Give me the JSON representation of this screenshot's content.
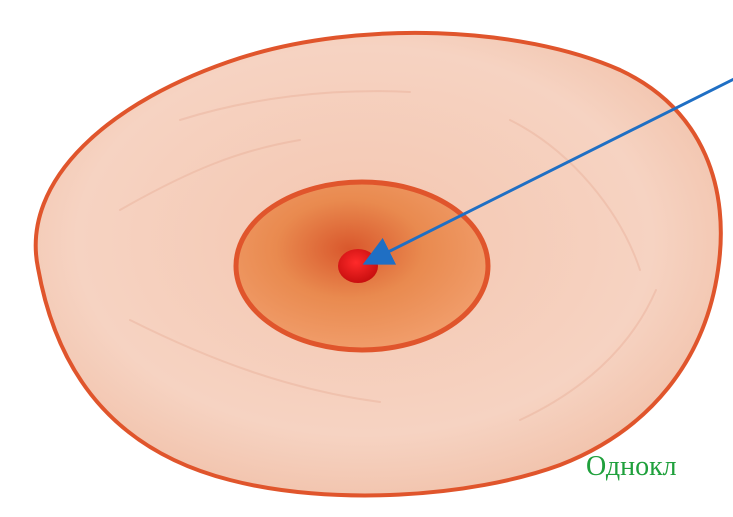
{
  "figure": {
    "caption": "Однокл",
    "colors": {
      "outer_fill": "#f7d8c8",
      "outer_stroke": "#e0552c",
      "middle_fill": "#f0a070",
      "middle_stroke": "#e0552c",
      "core_fill": "#e01818",
      "arrow": "#1f6fc4",
      "caption": "#1fa03c"
    },
    "icons": [
      "cell-outer-shape",
      "cell-nucleus-shape",
      "nucleolus-dot",
      "pointer-arrow"
    ]
  }
}
